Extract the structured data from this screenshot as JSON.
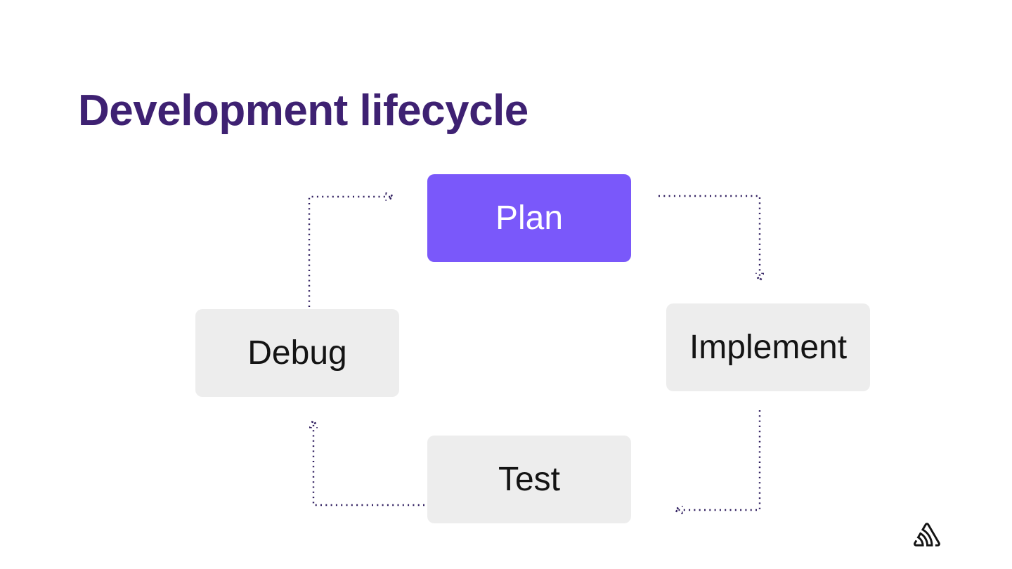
{
  "slide": {
    "title": "Development lifecycle"
  },
  "colors": {
    "background": "#ffffff",
    "title": "#3e2172",
    "accent": "#7a58fa",
    "accent-text": "#ffffff",
    "node-bg": "#ededed",
    "node-text": "#141414",
    "arrow": "#2e1c5e",
    "logo": "#131313"
  },
  "diagram": {
    "nodes": [
      {
        "id": "plan",
        "label": "Plan",
        "variant": "accent"
      },
      {
        "id": "implement",
        "label": "Implement",
        "variant": "default"
      },
      {
        "id": "test",
        "label": "Test",
        "variant": "default"
      },
      {
        "id": "debug",
        "label": "Debug",
        "variant": "default"
      }
    ],
    "edges": [
      {
        "from": "plan",
        "to": "implement",
        "style": "dotted-arrow"
      },
      {
        "from": "implement",
        "to": "test",
        "style": "dotted-arrow"
      },
      {
        "from": "test",
        "to": "debug",
        "style": "dotted-arrow"
      },
      {
        "from": "debug",
        "to": "plan",
        "style": "dotted-arrow"
      }
    ]
  },
  "footer": {
    "logo_icon": "sentry-logo"
  }
}
